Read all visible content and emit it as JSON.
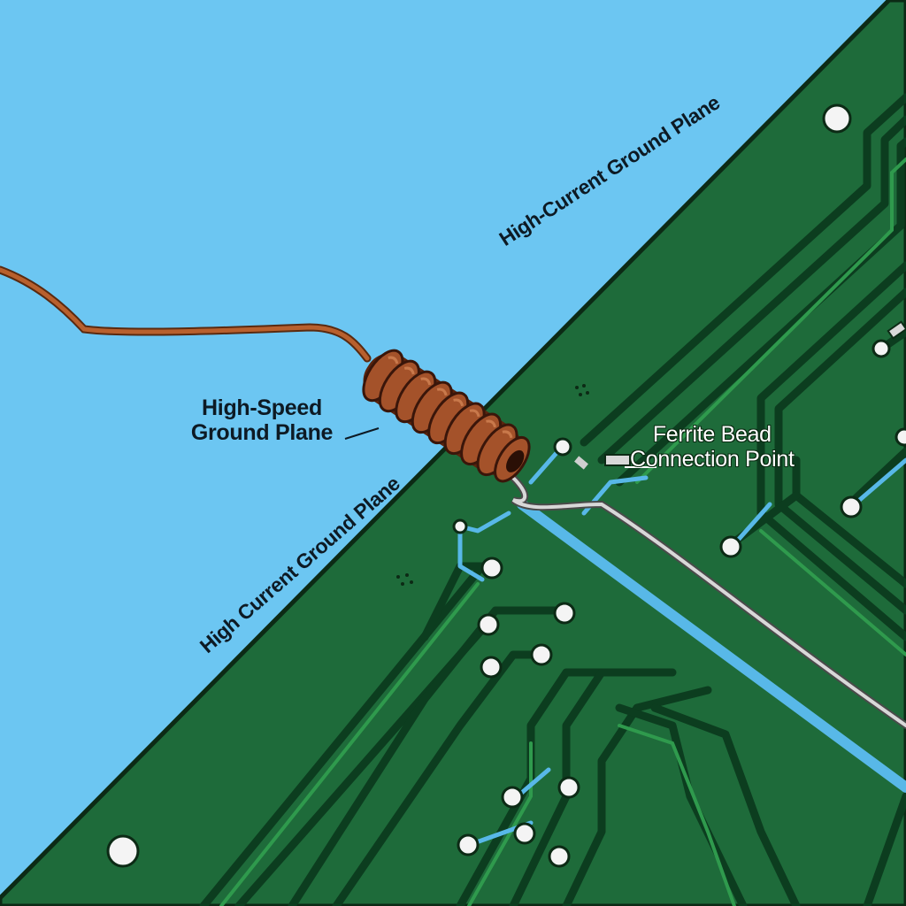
{
  "labels": {
    "high_speed_line1": "High-Speed",
    "high_speed_line2": "Ground Plane",
    "high_current_top": "High-Current Ground Plane",
    "high_current_bottom": "High Current Ground Plane",
    "ferrite_line1": "Ferrite Bead",
    "ferrite_line2": "Connection Point"
  },
  "colors": {
    "background": "#6cc6f2",
    "pcb": "#1e6b3a",
    "pcb_edge": "#0c2a15",
    "trace": "#0f4a24",
    "trace_light": "#2f9a4d",
    "coil": "#9c4a22",
    "wire": "#c9c9c9"
  },
  "icons": [
    "ferrite-bead-coil-icon",
    "via-hole-icon"
  ]
}
